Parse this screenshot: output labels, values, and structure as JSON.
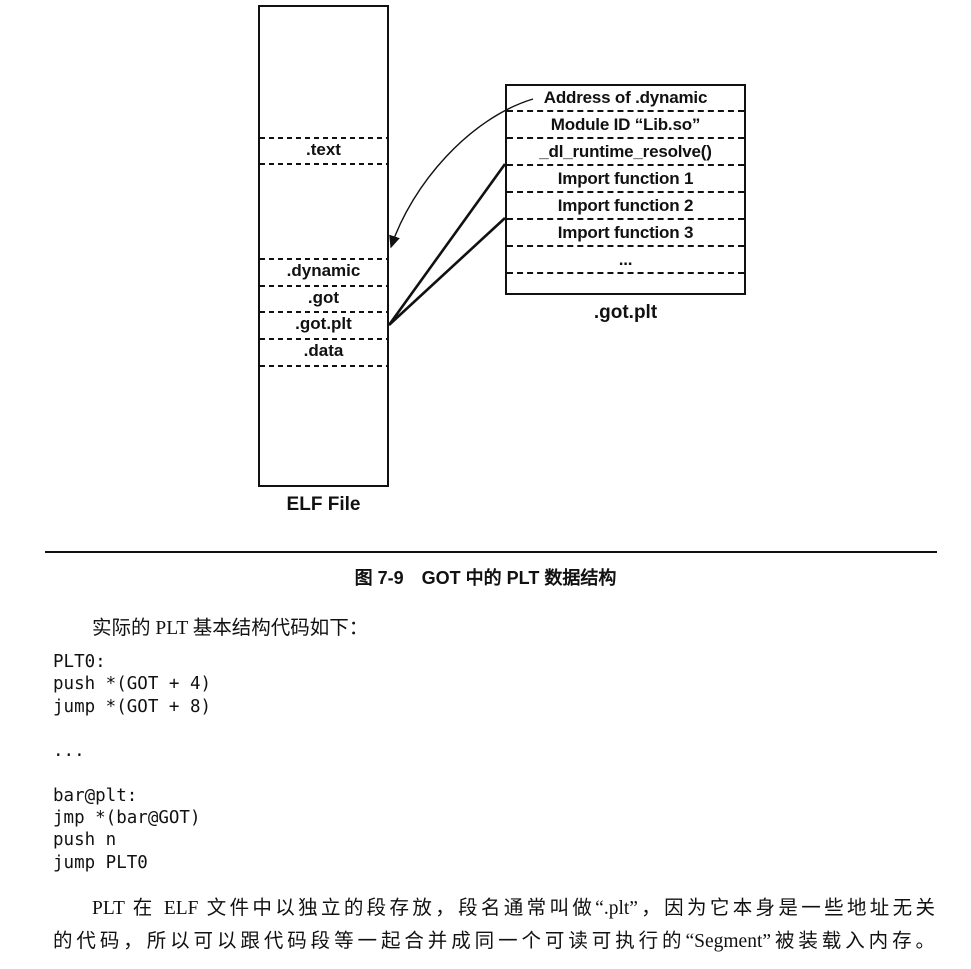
{
  "figure": {
    "elf_box": {
      "label": "ELF File",
      "sections": [
        ".text",
        ".dynamic",
        ".got",
        ".got.plt",
        ".data"
      ]
    },
    "got_table": {
      "label": ".got.plt",
      "rows": [
        "Address of .dynamic",
        "Module ID “Lib.so”",
        "_dl_runtime_resolve()",
        "Import function 1",
        "Import function 2",
        "Import function 3",
        "...",
        ""
      ]
    },
    "caption": "图 7-9　GOT 中的 PLT 数据结构"
  },
  "text": {
    "intro": "实际的 PLT 基本结构代码如下：",
    "body_lines": [
      "PLT 在 ELF 文件中以独立的段存放，段名通常叫做“.plt”，因为它本身是一些地址无关",
      "的代码，所以可以跟代码段等一起合并成同一个可读可执行的“Segment”被装载入内存。"
    ]
  },
  "code": {
    "text": "PLT0:\npush *(GOT + 4)\njump *(GOT + 8)\n\n...\n\nbar@plt:\njmp *(bar@GOT)\npush n\njump PLT0"
  },
  "colors": {
    "ink": "#111111",
    "paper": "#ffffff"
  }
}
